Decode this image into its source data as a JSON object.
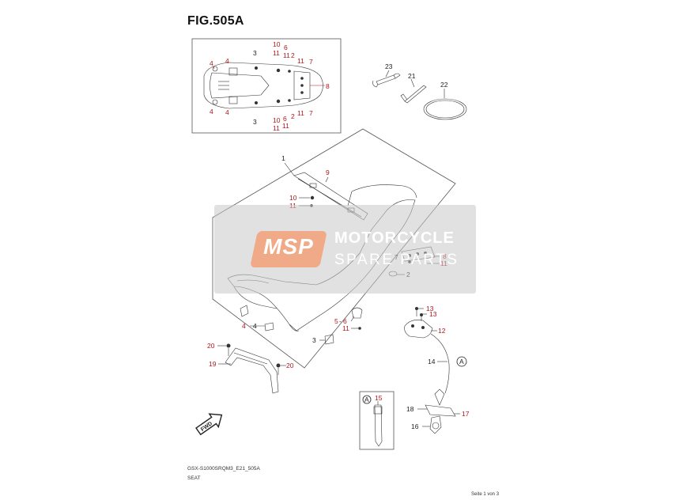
{
  "figure": {
    "title": "FIG.505A",
    "code": "GSX-S1000SRQM3_E21_505A",
    "name": "SEAT",
    "page": "Seite 1 von 3"
  },
  "watermark": {
    "logo": "MSP",
    "line1": "MOTORCYCLE",
    "line2": "SPARE PARTS"
  },
  "fwd_label": "FWD",
  "ref_label": "A",
  "colors": {
    "label_red": "#b4161b",
    "watermark_orange": "#f3a078"
  },
  "callouts": {
    "inset": {
      "l4a": "4",
      "l4b": "4",
      "l3a": "3",
      "l10a": "10",
      "l6a": "6",
      "l11a": "11",
      "l11b": "11",
      "l2a": "2",
      "l11c": "11",
      "l7a": "7",
      "l8": "8",
      "l4c": "4",
      "l4d": "4",
      "l3b": "3",
      "l10b": "10",
      "l6b": "6",
      "l11d": "11",
      "l2b": "2",
      "l11e": "11",
      "l7b": "7",
      "l11f": "11"
    },
    "tools": {
      "l23": "23",
      "l21": "21",
      "l22": "22"
    },
    "seat": {
      "l1": "1",
      "l9": "9",
      "l10": "10",
      "l11": "11",
      "l7": "7",
      "l8": "8",
      "l11b": "11",
      "l2": "2",
      "l4a": "4",
      "l4b": "4",
      "l5": "5",
      "l6": "6",
      "l11c": "11",
      "l3": "3"
    },
    "bracket": {
      "l20a": "20",
      "l19": "19",
      "l20b": "20"
    },
    "lock": {
      "l13a": "13",
      "l13b": "13",
      "l12": "12",
      "l14": "14",
      "l18": "18",
      "l17": "17",
      "l16": "16",
      "l15": "15"
    }
  }
}
